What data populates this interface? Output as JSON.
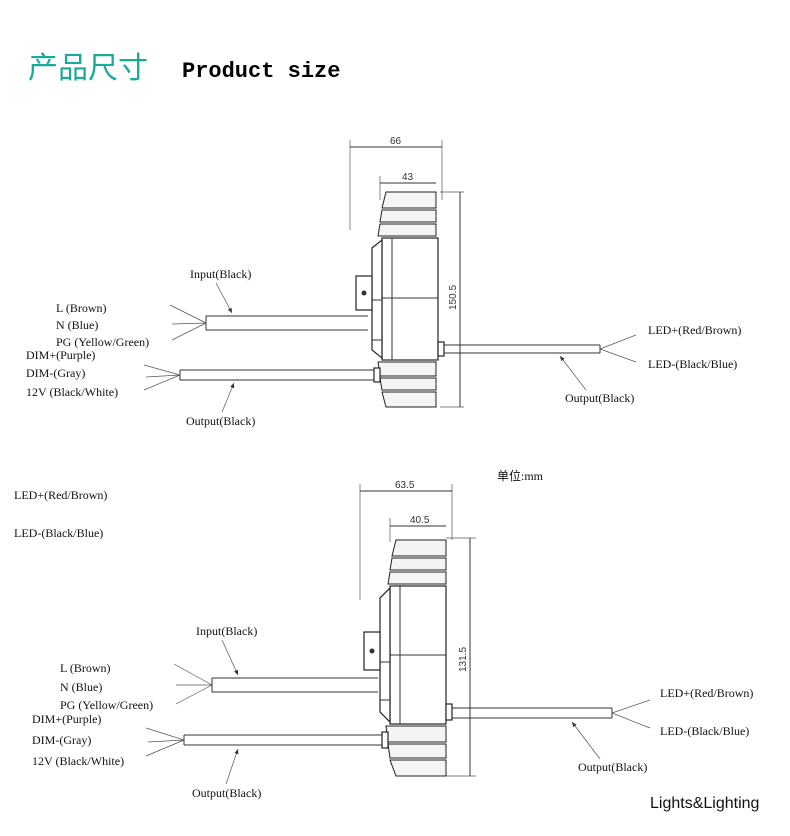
{
  "title": {
    "cn": "产品尺寸",
    "en": "Product size"
  },
  "top": {
    "dim_total": "66",
    "dim_body": "43",
    "dim_height": "150.5",
    "input_label": "Input(Black)",
    "left_wires": [
      "L (Brown)",
      "N (Blue)",
      "PG (Yellow/Green)"
    ],
    "dim_wires": [
      "DIM+(Purple)",
      "DIM-(Gray)",
      "12V (Black/White)"
    ],
    "dim_output_label": "Output(Black)",
    "led_plus": "LED+(Red/Brown)",
    "led_minus": "LED-(Black/Blue)",
    "output_label": "Output(Black)"
  },
  "unit": "单位:mm",
  "legend": {
    "led_plus": "LED+(Red/Brown)",
    "led_minus": "LED-(Black/Blue)"
  },
  "bottom": {
    "dim_total": "63.5",
    "dim_body": "40.5",
    "dim_height": "131.5",
    "input_label": "Input(Black)",
    "left_wires": [
      "L (Brown)",
      "N (Blue)",
      "PG (Yellow/Green)"
    ],
    "dim_wires": [
      "DIM+(Purple)",
      "DIM-(Gray)",
      "12V (Black/White)"
    ],
    "dim_output_label": "Output(Black)",
    "led_plus": "LED+(Red/Brown)",
    "led_minus": "LED-(Black/Blue)",
    "output_label": "Output(Black)"
  },
  "brand": "Lights&Lighting"
}
